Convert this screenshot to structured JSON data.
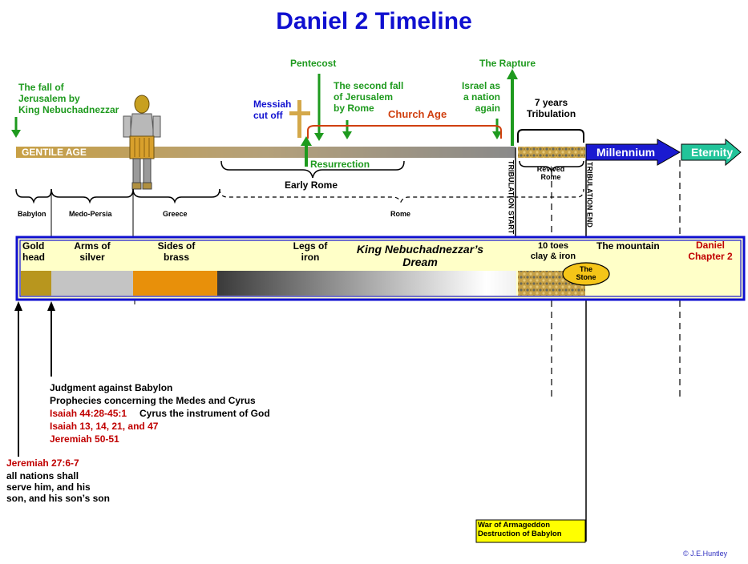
{
  "title": "Daniel 2 Timeline",
  "events": {
    "fall_jerusalem_babylon": "The fall of\nJerusalem by\nKing Nebuchadnezzar",
    "messiah": "Messiah\ncut off",
    "pentecost": "Pentecost",
    "second_fall": "The second fall\nof Jerusalem\nby Rome",
    "church_age": "Church Age",
    "israel_nation": "Israel as\na nation\nagain",
    "rapture": "The Rapture",
    "seven_years": "7 years\nTribulation",
    "resurrection": "Resurrection",
    "early_rome": "Early Rome"
  },
  "timeline": {
    "gentile_age": "GENTILE AGE",
    "millennium": "Millennium",
    "eternity": "Eternity",
    "revived_rome": "Revived\nRome",
    "trib_start": "TRIBULATION START",
    "trib_end": "TRIBULATION END"
  },
  "empires": [
    "Babylon",
    "Medo-Persia",
    "Greece",
    "Rome"
  ],
  "dream_box": {
    "title": "King Nebuchadnezzar’s\nDream",
    "gold": "Gold\nhead",
    "silver": "Arms of\nsilver",
    "brass": "Sides of\nbrass",
    "iron": "Legs of\niron",
    "toes": "10 toes\nclay & iron",
    "stone": "The\nStone",
    "mountain": "The mountain",
    "daniel": "Daniel\nChapter 2"
  },
  "notes": {
    "judgment_line1": "Judgment against Babylon",
    "judgment_line2": "Prophecies concerning the Medes and Cyrus",
    "isaiah_ref": "Isaiah 44:28-45:1",
    "isaiah_text": "Cyrus the instrument of God",
    "isaiah_list": "Isaiah 13, 14, 21, and 47",
    "jeremiah_50": "Jeremiah 50-51",
    "jeremiah_27": "Jeremiah 27:6-7",
    "jeremiah_27_text": "all nations shall\nserve him, and his\nson, and his son’s son",
    "armageddon": "War of Armageddon\nDestruction of Babylon",
    "copyright": "©  J.E.Huntley"
  },
  "colors": {
    "title_blue": "#1010d0",
    "green": "#1e9a1e",
    "red": "#c00000",
    "gold": "#b8961e",
    "silver": "#c4c4c4",
    "brass": "#e8900a",
    "box_fill": "#ffffc8",
    "millennium_blue": "#1a1ad0",
    "eternity_teal": "#22c49a",
    "church_orange": "#d04010"
  }
}
